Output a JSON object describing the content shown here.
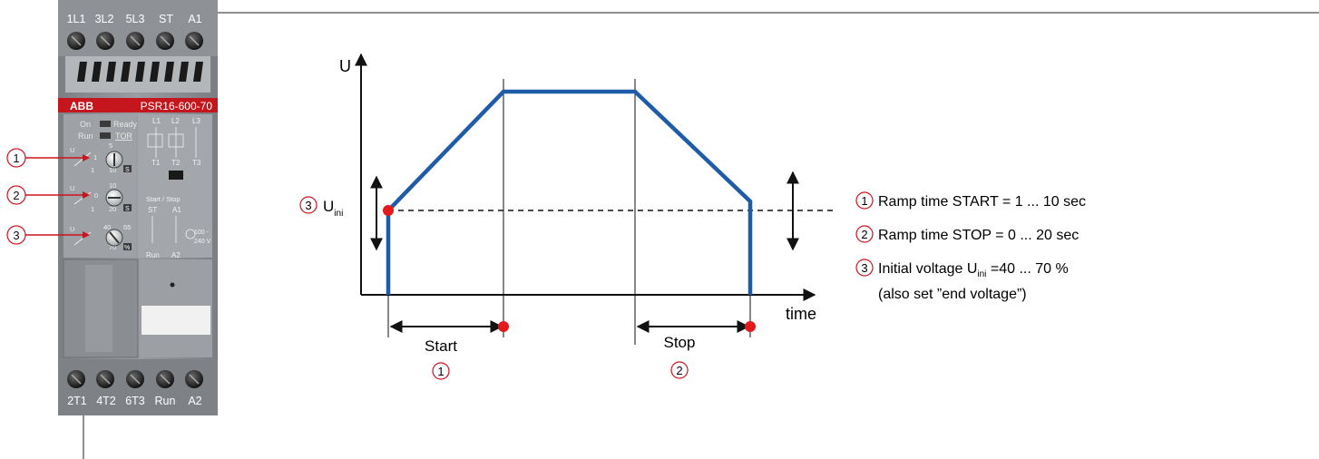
{
  "device": {
    "brand": "ABB",
    "model": "PSR16-600-70",
    "top_terminals": [
      "1L1",
      "3L2",
      "5L3",
      "ST",
      "A1"
    ],
    "bottom_terminals": [
      "2T1",
      "4T2",
      "6T3",
      "Run",
      "A2"
    ],
    "leds": {
      "on": "On",
      "ready": "Ready",
      "run": "Run",
      "tor": "TOR"
    },
    "pot1": {
      "symbol": "U",
      "top": "5",
      "left": "1",
      "bottom_left": "1",
      "bottom_right": "10",
      "unit": "S"
    },
    "pot2": {
      "symbol": "U",
      "top": "10",
      "left": "0",
      "bottom_left": "1",
      "bottom_right": "20",
      "unit": "S"
    },
    "pot3": {
      "symbol": "U",
      "top": "40",
      "right": "55",
      "bottom_right": "70",
      "unit": "%"
    },
    "schematic": {
      "top_labels": [
        "L1",
        "L2",
        "L3"
      ],
      "bottom_labels": [
        "T1",
        "T2",
        "T3"
      ],
      "startstop": "Start / Stop",
      "st": "ST",
      "a1": "A1",
      "run": "Run",
      "a2": "A2",
      "volt_top": "100 -",
      "volt_bottom": "240 V"
    },
    "callouts": [
      "1",
      "2",
      "3"
    ]
  },
  "diagram": {
    "y_axis_label": "U",
    "x_axis_label": "time",
    "uini_marker": "3",
    "uini_main": "U",
    "uini_sub": "ini",
    "start_label": "Start",
    "start_marker": "1",
    "stop_label": "Stop",
    "stop_marker": "2"
  },
  "legend": [
    {
      "marker": "1",
      "text": "Ramp time START = 1 ... 10 sec"
    },
    {
      "marker": "2",
      "text": "Ramp time STOP = 0 ... 20 sec"
    },
    {
      "marker": "3",
      "pre": "Initial voltage U",
      "sub": "ini",
      "post": " =40 ... 70 %",
      "line2": "(also set ”end voltage”)"
    }
  ],
  "colors": {
    "ramp": "#1f5ca8",
    "dots": "#e3191c",
    "callout": "#d0121b",
    "device_body": "#8a8e92",
    "brand_band": "#c4161c"
  }
}
